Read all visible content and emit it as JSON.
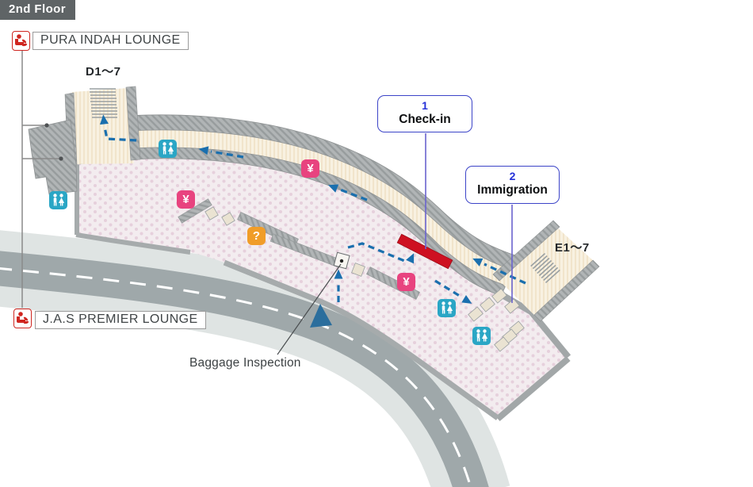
{
  "map_title": {
    "floor_badge": "2nd Floor"
  },
  "lounges": {
    "pura": {
      "label": "PURA INDAH LOUNGE"
    },
    "jas": {
      "label": "J.A.S PREMIER LOUNGE"
    }
  },
  "piers": {
    "d": {
      "label": "D1〜7"
    },
    "e": {
      "label": "E1〜7"
    }
  },
  "steps": {
    "checkin": {
      "number": "1",
      "label": "Check-in"
    },
    "immigration": {
      "number": "2",
      "label": "Immigration"
    }
  },
  "annotations": {
    "baggage_inspection": "Baggage Inspection"
  },
  "symbols": {
    "currency": "¥",
    "information": "?"
  },
  "colors": {
    "badge_gray": "#5f6466",
    "step_blue": "#3c44c8",
    "step_number_blue": "#2430d8",
    "flow_blue": "#1a6fae",
    "entrance_arrow_blue": "#2b6e9d",
    "restroom_cyan": "#2aa6c5",
    "currency_pink": "#e8437f",
    "info_orange": "#f09d28",
    "checkin_counter_red": "#ce1021",
    "lounge_red": "#cf2620",
    "wall_gray": "#b1b5b6",
    "hall_pink": "#f3ecef",
    "corridor_cream": "#f8f1e1",
    "road_gray": "#9fa8aa",
    "sidewalk_gray": "#e0e4e4",
    "label_text": "#3f4446"
  }
}
